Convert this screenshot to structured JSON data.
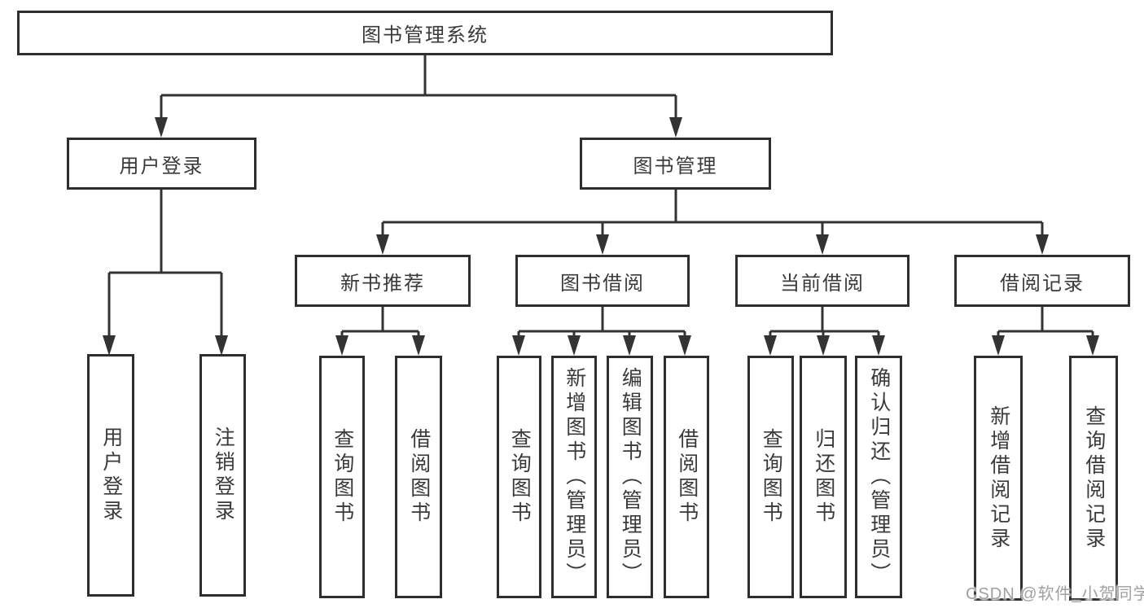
{
  "nodes": {
    "root": "图书管理系统",
    "user_login": "用户登录",
    "book_mgmt": "图书管理",
    "new_book_rec": "新书推荐",
    "book_borrowing": "图书借阅",
    "current_borrowing": "当前借阅",
    "borrowing_records": "借阅记录",
    "leaf_user_login": "用户登录",
    "leaf_logout": "注销登录",
    "leaf_query_books_rec": "查询图书",
    "leaf_borrow_books_rec": "借阅图书",
    "leaf_query_books_borrow": "查询图书",
    "leaf_add_books_admin": "新增图书（管理员）",
    "leaf_edit_books_admin": "编辑图书（管理员）",
    "leaf_borrow_books_borrow": "借阅图书",
    "leaf_query_books_current": "查询图书",
    "leaf_return_books": "归还图书",
    "leaf_confirm_return_admin": "确认归还（管理员）",
    "leaf_add_borrow_record": "新增借阅记录",
    "leaf_query_borrow_record": "查询借阅记录"
  },
  "hierarchy": {
    "root": [
      "user_login",
      "book_mgmt"
    ],
    "user_login": [
      "leaf_user_login",
      "leaf_logout"
    ],
    "book_mgmt": [
      "new_book_rec",
      "book_borrowing",
      "current_borrowing",
      "borrowing_records"
    ],
    "new_book_rec": [
      "leaf_query_books_rec",
      "leaf_borrow_books_rec"
    ],
    "book_borrowing": [
      "leaf_query_books_borrow",
      "leaf_add_books_admin",
      "leaf_edit_books_admin",
      "leaf_borrow_books_borrow"
    ],
    "current_borrowing": [
      "leaf_query_books_current",
      "leaf_return_books",
      "leaf_confirm_return_admin"
    ],
    "borrowing_records": [
      "leaf_add_borrow_record",
      "leaf_query_borrow_record"
    ]
  },
  "colors": {
    "line": "#333333",
    "border": "#2e2e2e",
    "text": "#3a3a3a",
    "watermark": "#a0a0a0"
  },
  "watermark": "CSDN @软件_小贺同学"
}
